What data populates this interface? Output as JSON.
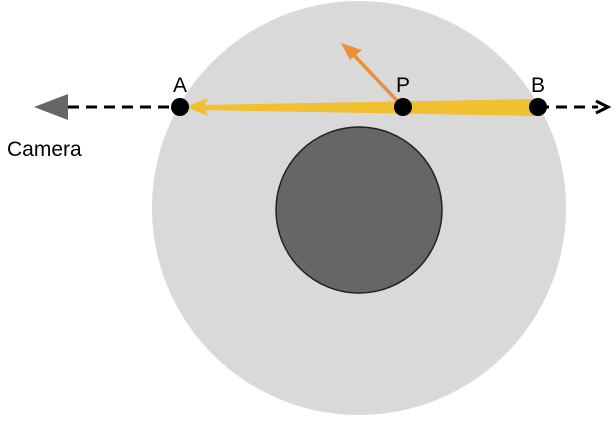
{
  "labels": {
    "point_a": "A",
    "point_p": "P",
    "point_b": "B",
    "camera": "Camera"
  },
  "colors": {
    "outer_volume": "#d9d9d9",
    "inner_object": "#666666",
    "ray": "#f0c030",
    "scatter_arrow": "#e8903a",
    "camera_arrow": "#666666",
    "points": "#000000"
  }
}
